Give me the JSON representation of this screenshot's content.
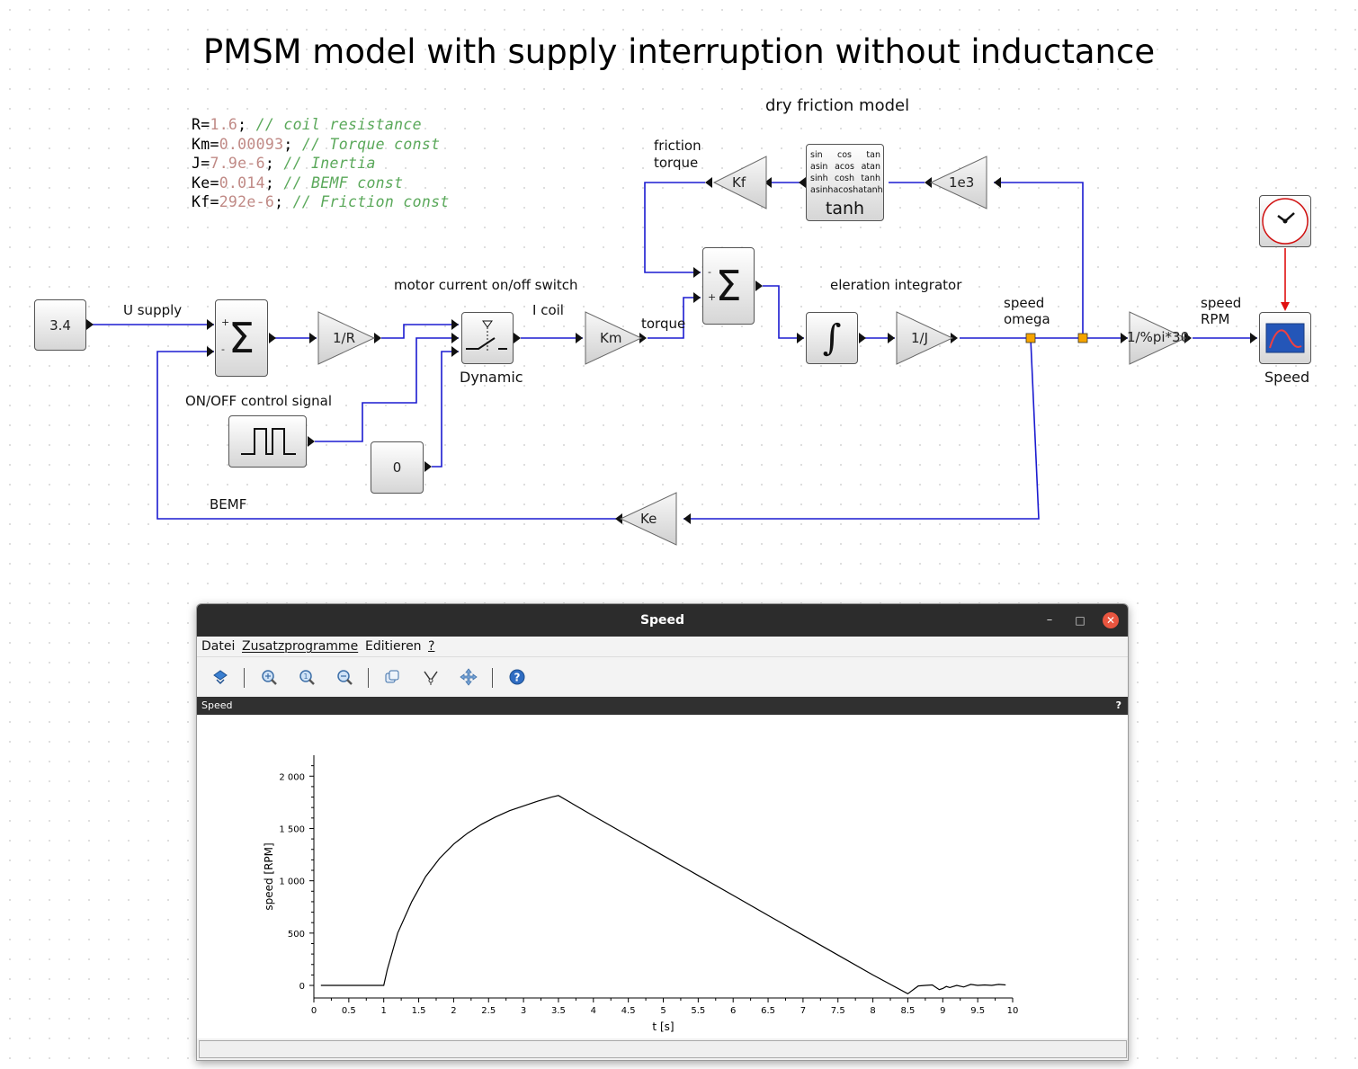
{
  "diagram": {
    "title": "PMSM model with supply interruption without inductance",
    "code_lines": [
      {
        "name": "R",
        "value": "1.6",
        "comment": "// coil resistance"
      },
      {
        "name": "Km",
        "value": "0.00093",
        "comment": "// Torque const"
      },
      {
        "name": "J",
        "value": "7.9e-6",
        "comment": "// Inertia"
      },
      {
        "name": "Ke",
        "value": "0.014",
        "comment": "// BEMF const"
      },
      {
        "name": "Kf",
        "value": "292e-6",
        "comment": "// Friction const"
      }
    ],
    "labels": {
      "dry_friction": "dry friction model",
      "friction_torque_1": "friction",
      "friction_torque_2": "torque",
      "motor_switch": "motor current on/off switch",
      "u_supply": "U supply",
      "i_coil": "I coil",
      "torque": "torque",
      "integrator": "eleration integrator",
      "speed_omega_1": "speed",
      "speed_omega_2": "omega",
      "speed_rpm_1": "speed",
      "speed_rpm_2": "RPM",
      "onoff": "ON/OFF control signal",
      "bemf": "BEMF",
      "dynamic": "Dynamic",
      "scope": "Speed"
    },
    "blocks": {
      "const_supply": "3.4",
      "gain_r": "1/R",
      "gain_km": "Km",
      "gain_j": "1/J",
      "gain_kf": "Kf",
      "gain_1e3": "1e3",
      "gain_ke": "Ke",
      "gain_rpm": "1/%pi*30",
      "const_zero": "0",
      "tanh_main": "tanh",
      "trig_rows": [
        [
          "sin",
          "cos",
          "tan"
        ],
        [
          "asin",
          "acos",
          "atan"
        ],
        [
          "sinh",
          "cosh",
          "tanh"
        ],
        [
          "asinh",
          "acosh",
          "atanh"
        ]
      ],
      "sum_signs_1": [
        "+",
        "-"
      ],
      "sum_signs_2": [
        "-",
        "+"
      ]
    }
  },
  "window": {
    "title": "Speed",
    "menu": [
      "Datei",
      "Zusatzprogramme",
      "Editieren",
      "?"
    ],
    "toolbar_icons": [
      "rotate-icon",
      "zoom-in-icon",
      "zoom-reset-icon",
      "zoom-out-icon",
      "copy-icon",
      "datatip-icon",
      "pan-icon",
      "help-icon"
    ],
    "dock_title": "Speed",
    "dock_help": "?"
  },
  "chart_data": {
    "type": "line",
    "title": "",
    "xlabel": "t [s]",
    "ylabel": "speed [RPM]",
    "xlim": [
      0,
      10
    ],
    "ylim": [
      -120,
      2200
    ],
    "xticks": [
      "0",
      "0.5",
      "1",
      "1.5",
      "2",
      "2.5",
      "3",
      "3.5",
      "4",
      "4.5",
      "5",
      "5.5",
      "6",
      "6.5",
      "7",
      "7.5",
      "8",
      "8.5",
      "9",
      "9.5",
      "10"
    ],
    "yticks": [
      "0",
      "500",
      "1 000",
      "1 500",
      "2 000"
    ],
    "ytick_values": [
      0,
      500,
      1000,
      1500,
      2000
    ],
    "grid": false,
    "series": [
      {
        "x": [
          0.1,
          1.0,
          1.05,
          1.2,
          1.4,
          1.6,
          1.8,
          2.0,
          2.2,
          2.4,
          2.6,
          2.8,
          3.0,
          3.2,
          3.4,
          3.5,
          4.0,
          4.5,
          5.0,
          5.5,
          6.0,
          6.5,
          7.0,
          7.5,
          8.0,
          8.5,
          8.65,
          8.75,
          8.85,
          8.95,
          9.0,
          9.05,
          9.1,
          9.2,
          9.3,
          9.4,
          9.5,
          9.6,
          9.7,
          9.8,
          9.9
        ],
        "y": [
          0,
          0,
          150,
          500,
          800,
          1040,
          1215,
          1350,
          1455,
          1540,
          1610,
          1670,
          1715,
          1760,
          1800,
          1815,
          1620,
          1430,
          1240,
          1050,
          860,
          670,
          480,
          290,
          100,
          -80,
          -5,
          0,
          5,
          -40,
          -30,
          -10,
          -20,
          0,
          -15,
          10,
          0,
          5,
          0,
          10,
          5
        ]
      }
    ]
  }
}
